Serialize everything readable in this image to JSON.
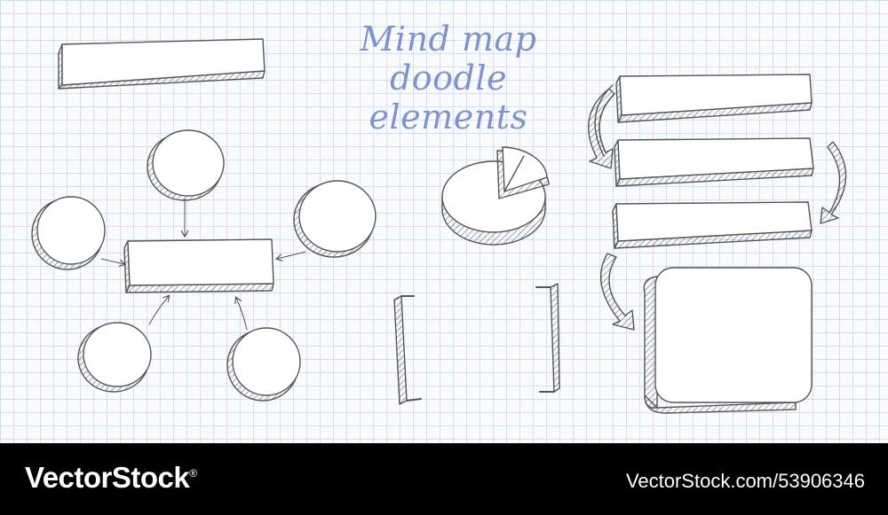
{
  "title": {
    "line1": "Mind map",
    "line2": "doodle elements"
  },
  "colors": {
    "paper": "#f9fbfe",
    "grid": "#d3dff0",
    "title_ink": "#7d93cf",
    "pencil": "#555555",
    "footer_bg": "#000000",
    "footer_text": "#ffffff"
  },
  "footer": {
    "brand": "VectorStock",
    "brand_mark": "®",
    "image_id": "VectorStock.com/53906346"
  }
}
